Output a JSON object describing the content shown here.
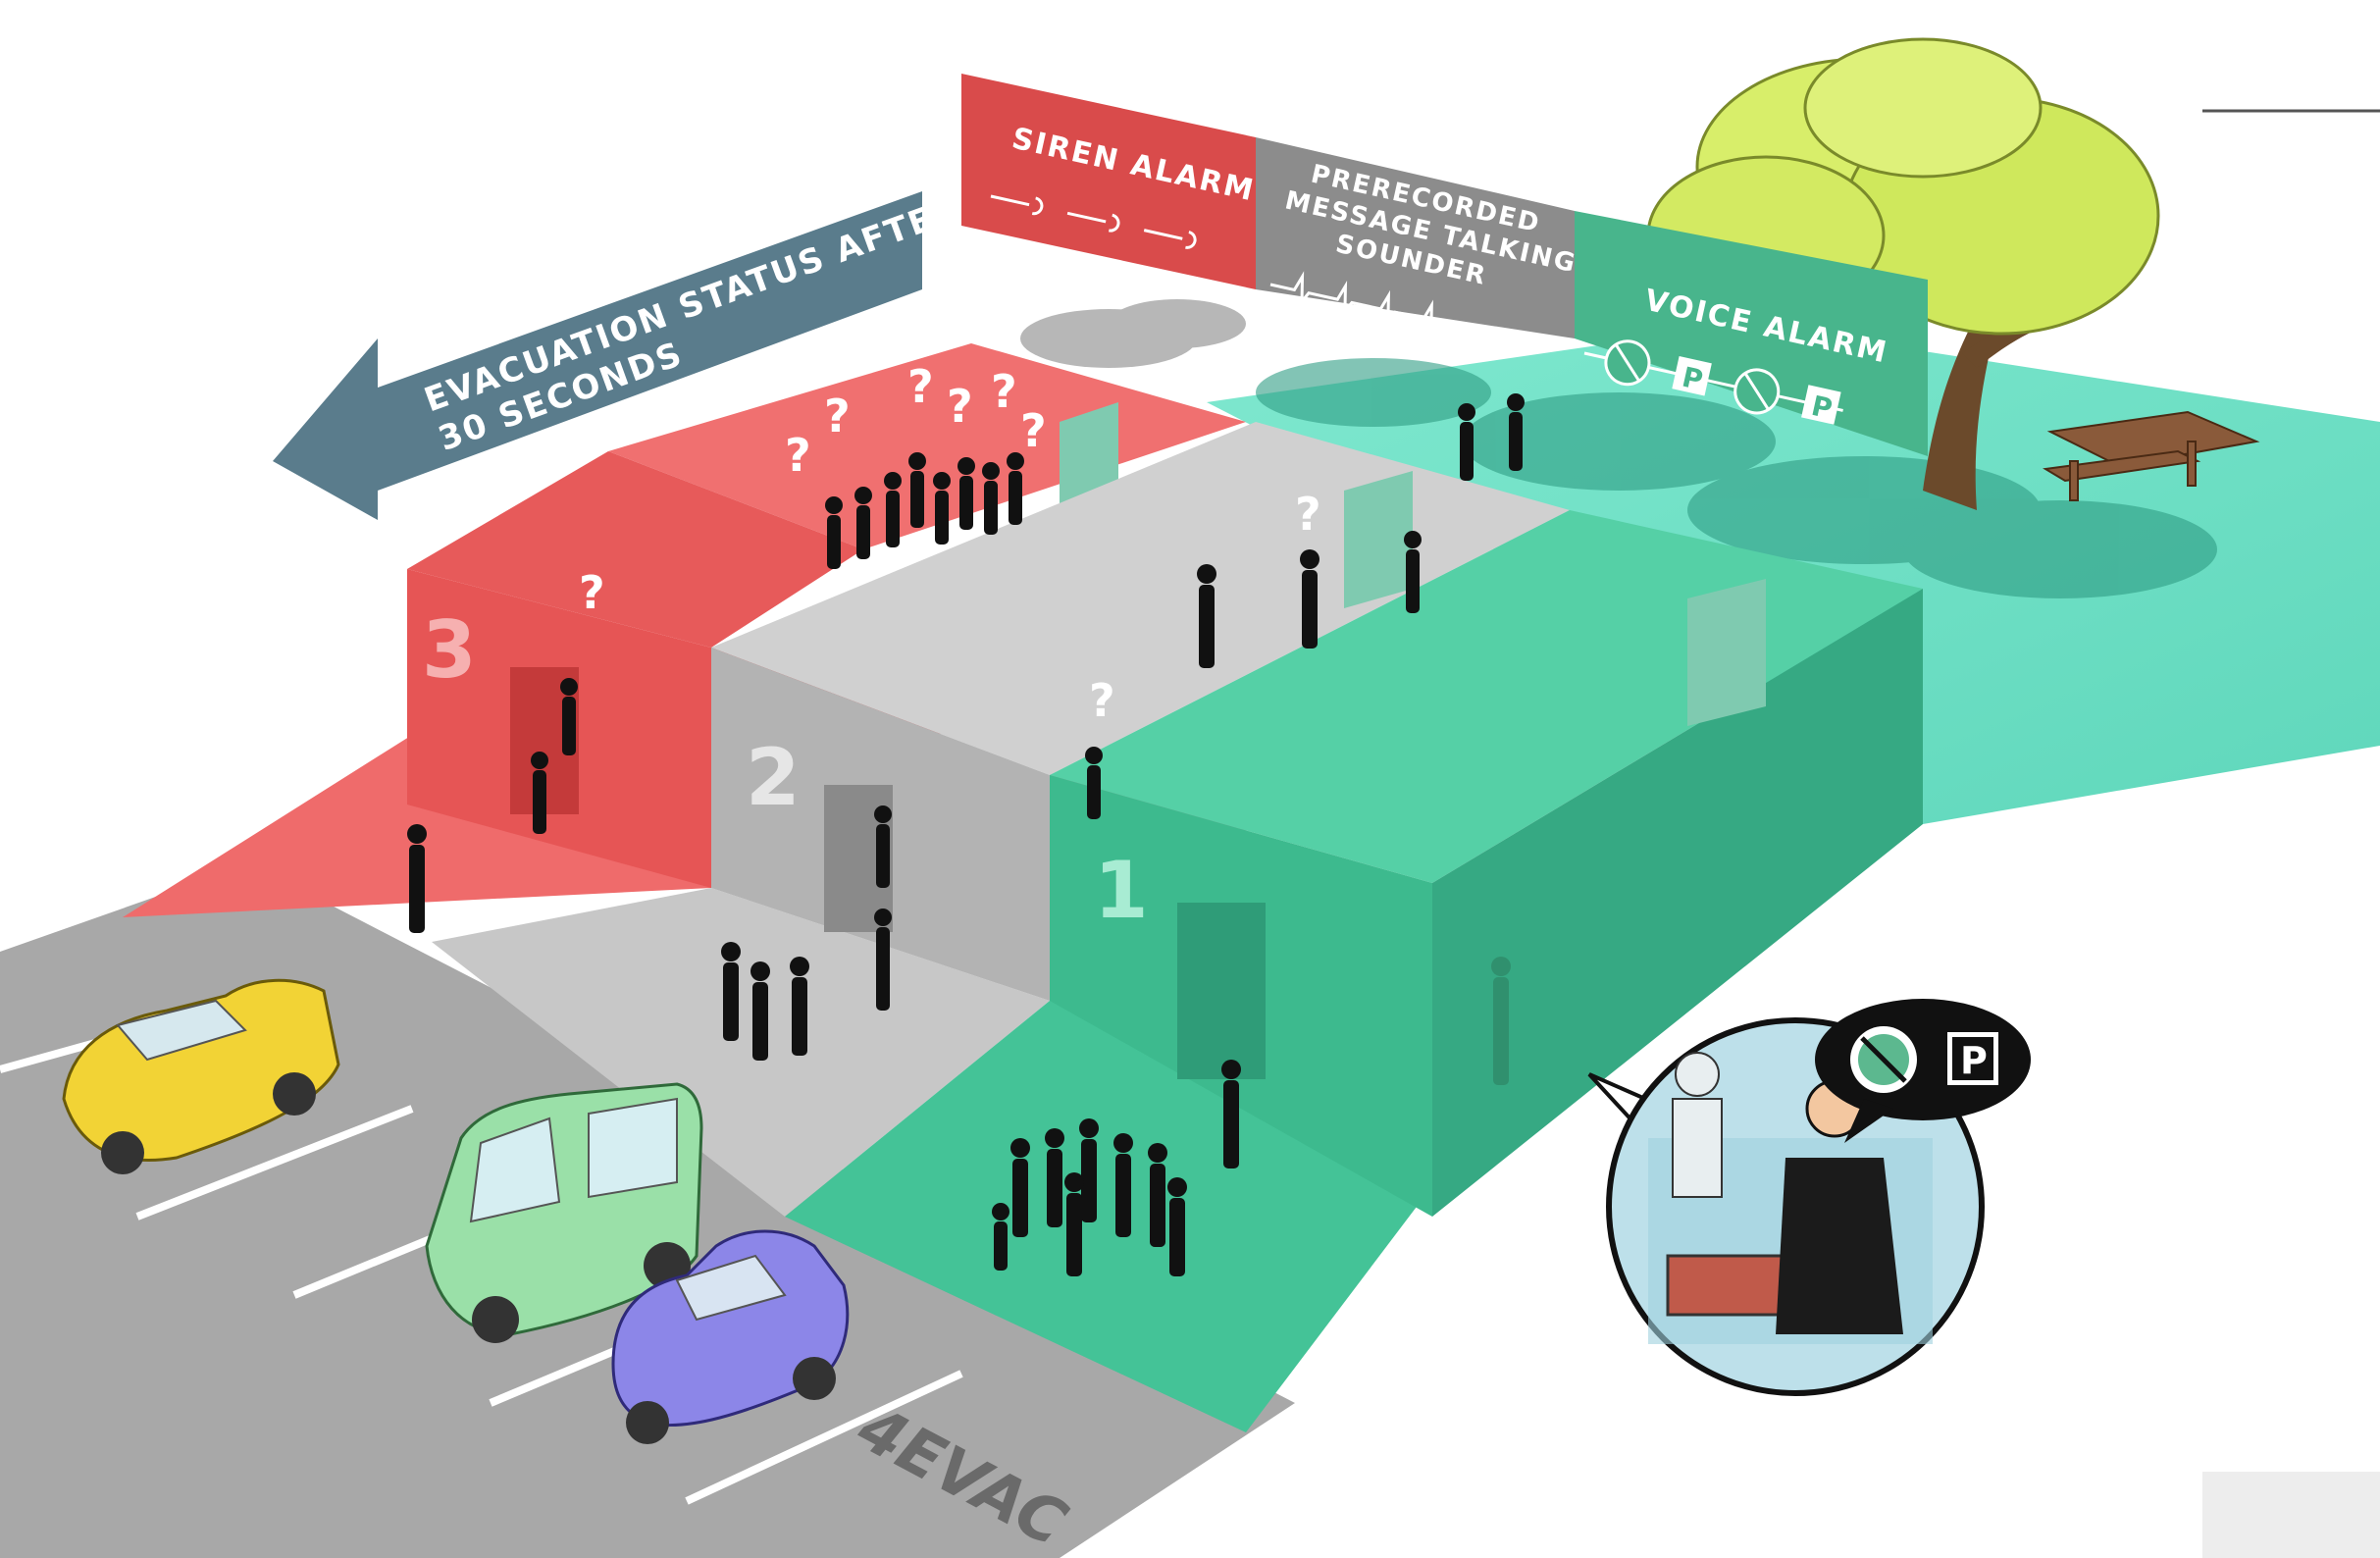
{
  "arrow": {
    "line1": "EVACUATION STATUS AFTER",
    "line2": "30 SECONDS"
  },
  "legend": {
    "siren": {
      "label": "SIREN ALARM",
      "color": "#e05a5a"
    },
    "prerecorded": {
      "line1": "PRERECORDED",
      "line2": "MESSAGE TALKING",
      "line3": "SOUNDER",
      "color": "#8e8e8e"
    },
    "voice": {
      "label": "VOICE ALARM",
      "color": "#49b98e"
    }
  },
  "zones": [
    {
      "number": "3",
      "alarm": "siren",
      "color": "#e85c5c"
    },
    {
      "number": "2",
      "alarm": "prerecorded",
      "color": "#a9a9a9"
    },
    {
      "number": "1",
      "alarm": "voice",
      "color": "#3fbf95"
    }
  ],
  "question_mark": "?",
  "bubble": {
    "parking_symbol": "P"
  },
  "logo": "4EVAC",
  "icons": [
    "sound-wave-icon",
    "no-entry-icon",
    "parking-icon"
  ]
}
